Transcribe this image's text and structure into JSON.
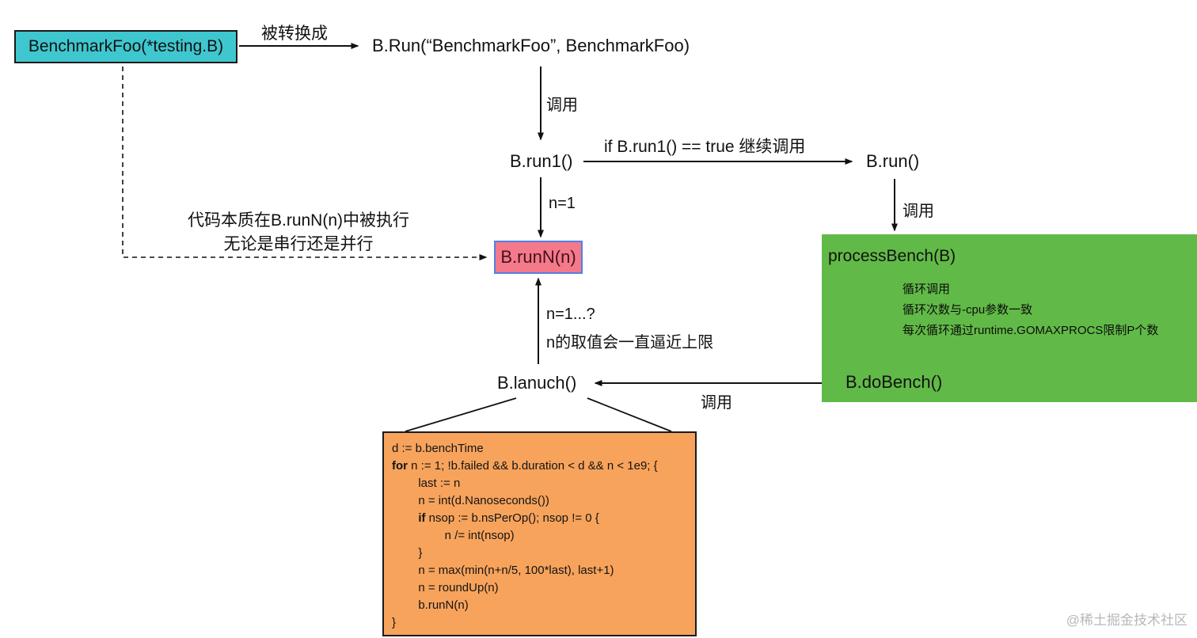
{
  "nodes": {
    "benchmark_foo": "BenchmarkFoo(*testing.B)",
    "b_run_call": "B.Run(“BenchmarkFoo”, BenchmarkFoo)",
    "b_run1": "B.run1()",
    "b_run": "B.run()",
    "b_runN": "B.runN(n)",
    "process_bench": "processBench(B)",
    "b_dobench": "B.doBench()",
    "b_lanuch": "B.lanuch()"
  },
  "edge_labels": {
    "converted_to": "被转换成",
    "call_top": "调用",
    "run1_condition": "if B.run1() == true 继续调用",
    "n_eq_1": "n=1",
    "call_right": "调用",
    "call_bottom": "调用",
    "n_range": "n=1...?",
    "n_limit_note": "n的取值会一直逼近上限"
  },
  "notes": {
    "essence_line1": "代码本质在B.runN(n)中被执行",
    "essence_line2": "无论是串行还是并行",
    "loop_line1": "循环调用",
    "loop_line2": "循环次数与-cpu参数一致",
    "loop_line3": "每次循环通过runtime.GOMAXPROCS限制P个数"
  },
  "code_block": {
    "lines": [
      [
        {
          "t": "d := b.benchTime",
          "b": false
        }
      ],
      [
        {
          "t": "for",
          "b": true
        },
        {
          "t": " n := 1; !b.failed && b.duration < d && n < 1e9; {",
          "b": false
        }
      ],
      [
        {
          "t": "        last := n",
          "b": false
        }
      ],
      [
        {
          "t": "        n = int(d.Nanoseconds())",
          "b": false
        }
      ],
      [
        {
          "t": "        ",
          "b": false
        },
        {
          "t": "if",
          "b": true
        },
        {
          "t": " nsop := b.nsPerOp(); nsop != 0 {",
          "b": false
        }
      ],
      [
        {
          "t": "                n /= int(nsop)",
          "b": false
        }
      ],
      [
        {
          "t": "        }",
          "b": false
        }
      ],
      [
        {
          "t": "        n = max(min(n+n/5, 100*last), last+1)",
          "b": false
        }
      ],
      [
        {
          "t": "        n = roundUp(n)",
          "b": false
        }
      ],
      [
        {
          "t": "        b.runN(n)",
          "b": false
        }
      ],
      [
        {
          "t": "}",
          "b": false
        }
      ]
    ]
  },
  "watermark": "@稀土掘金技术社区",
  "colors": {
    "benchmark_box": "#3fc7cf",
    "runn_box": "#f4798b",
    "runn_border": "#4f81e8",
    "process_box": "#61ba47",
    "code_box": "#f7a35c"
  }
}
